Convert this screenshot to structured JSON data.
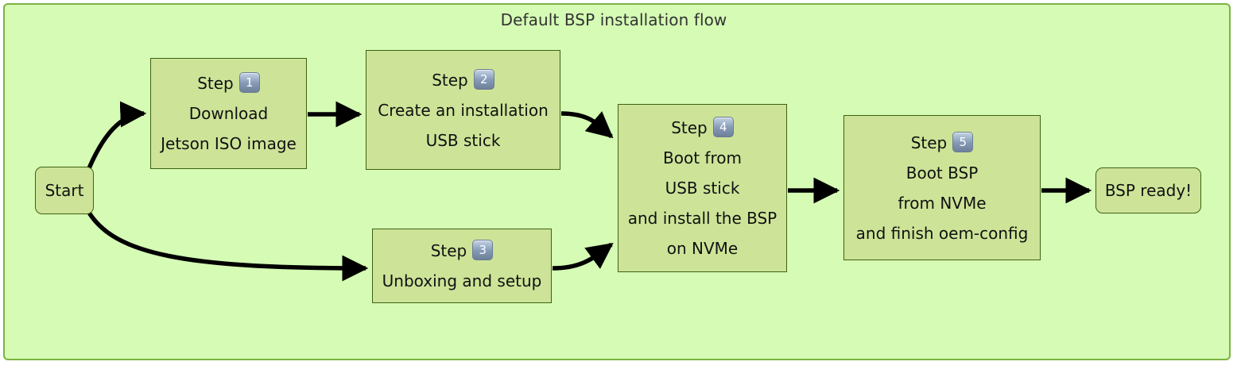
{
  "diagram": {
    "title": "Default BSP installation flow",
    "colors": {
      "canvas": "#d5fbb4",
      "canvas_border": "#7cb342",
      "node_fill": "#cde498",
      "node_border": "#3f6212",
      "edge": "#000000",
      "text": "#111111",
      "keycap": "#8499b4"
    },
    "nodes": [
      {
        "id": "start",
        "type": "terminal",
        "label": "Start",
        "lines": [
          "Start"
        ]
      },
      {
        "id": "step1",
        "type": "process",
        "step_label": "Step",
        "step_number": "1",
        "lines": [
          "Download",
          "Jetson ISO image"
        ]
      },
      {
        "id": "step2",
        "type": "process",
        "step_label": "Step",
        "step_number": "2",
        "lines": [
          "Create an installation",
          "USB stick"
        ]
      },
      {
        "id": "step3",
        "type": "process",
        "step_label": "Step",
        "step_number": "3",
        "lines": [
          "Unboxing and setup"
        ]
      },
      {
        "id": "step4",
        "type": "process",
        "step_label": "Step",
        "step_number": "4",
        "lines": [
          "Boot from",
          "USB stick",
          "and install the BSP",
          "on NVMe"
        ]
      },
      {
        "id": "step5",
        "type": "process",
        "step_label": "Step",
        "step_number": "5",
        "lines": [
          "Boot BSP",
          "from NVMe",
          "and finish oem-config"
        ]
      },
      {
        "id": "ready",
        "type": "terminal",
        "label": "BSP ready!",
        "lines": [
          "BSP ready!"
        ]
      }
    ],
    "edges": [
      {
        "id": "start-step1",
        "from": "start",
        "to": "step1",
        "style": "curved",
        "label": ""
      },
      {
        "id": "start-step3",
        "from": "start",
        "to": "step3",
        "style": "curved",
        "label": ""
      },
      {
        "id": "step1-step2",
        "from": "step1",
        "to": "step2",
        "style": "straight",
        "label": ""
      },
      {
        "id": "step2-step4",
        "from": "step2",
        "to": "step4",
        "style": "curved",
        "label": ""
      },
      {
        "id": "step3-step4",
        "from": "step3",
        "to": "step4",
        "style": "curved",
        "label": ""
      },
      {
        "id": "step4-step5",
        "from": "step4",
        "to": "step5",
        "style": "straight",
        "label": ""
      },
      {
        "id": "step5-ready",
        "from": "step5",
        "to": "ready",
        "style": "straight",
        "label": ""
      }
    ]
  }
}
